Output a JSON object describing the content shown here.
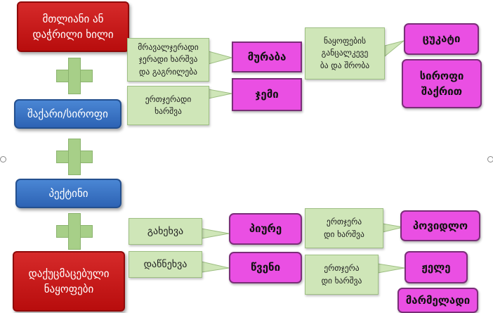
{
  "left_column": {
    "whole_fruit": "მთლიანი ან\nდაჭრილი ხილი",
    "sugar": "შაქარი/სიროფი",
    "pectin": "პექტინი",
    "concentrated_parts": "დაქუცმაცებული\nნაყოფები"
  },
  "processes": {
    "multi_cook": "მრავალჯერადი\nჯერადი ხარშვა\nდა გაგრილება",
    "single_cook": "ერთჯერადი\nხარშვა",
    "separate_wash": "ნაყოფების\nგანცალკევე\nბა და შრობა",
    "rub": "გახეხვა",
    "squeeze": "დაწნეხვა",
    "single_cook_2": "ერთჯერა\nდი ხარშვა",
    "single_cook_3": "ერთჯერა\nდი ხარშვა"
  },
  "products": {
    "muraba": "მურაბა",
    "jemi": "ჯემი",
    "tsukati": "ცუკატი",
    "syrup_sugar": "სიროფი\nშაქრით",
    "piure": "პიურე",
    "tsveni": "წვენი",
    "povidlo": "პოვიდლო",
    "jele": "ჟელე",
    "marmelade": "მარმელადი"
  },
  "colors": {
    "red_box": "#c81a1a",
    "blue_box": "#3a73c4",
    "green_box": "#cfe6b8",
    "pink_box": "#ea4fe3",
    "plus": "#a7cf88"
  }
}
